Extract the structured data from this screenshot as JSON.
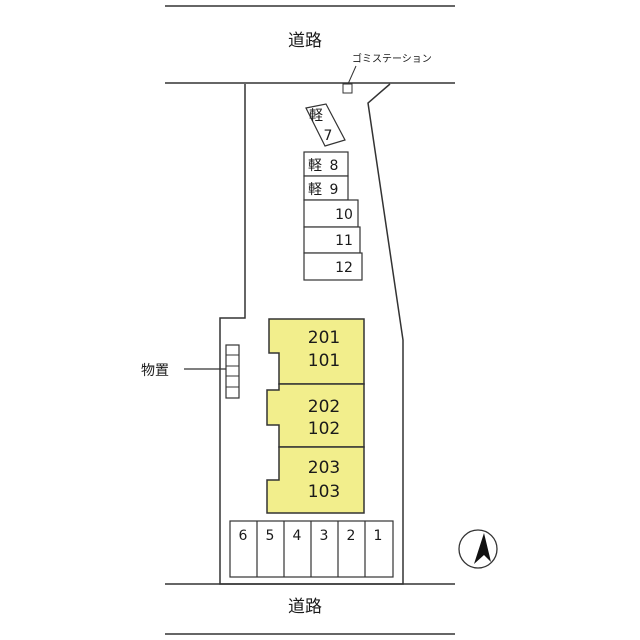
{
  "roads": {
    "top_label": "道路",
    "bottom_label": "道路"
  },
  "garbage_station": {
    "label": "ゴミステーション"
  },
  "storage": {
    "label": "物置"
  },
  "parking_upper": {
    "slot7": {
      "prefix": "軽",
      "number": "7"
    },
    "slot8": {
      "prefix": "軽",
      "number": "8"
    },
    "slot9": {
      "prefix": "軽",
      "number": "9"
    },
    "slot10": {
      "number": "10"
    },
    "slot11": {
      "number": "11"
    },
    "slot12": {
      "number": "12"
    }
  },
  "building": {
    "color": "#f2ee8c",
    "blocks": [
      {
        "upper": "201",
        "lower": "101"
      },
      {
        "upper": "202",
        "lower": "102"
      },
      {
        "upper": "203",
        "lower": "103"
      }
    ]
  },
  "parking_lower": [
    "6",
    "5",
    "4",
    "3",
    "2",
    "1"
  ],
  "compass": {
    "icon": "north-arrow-icon"
  }
}
